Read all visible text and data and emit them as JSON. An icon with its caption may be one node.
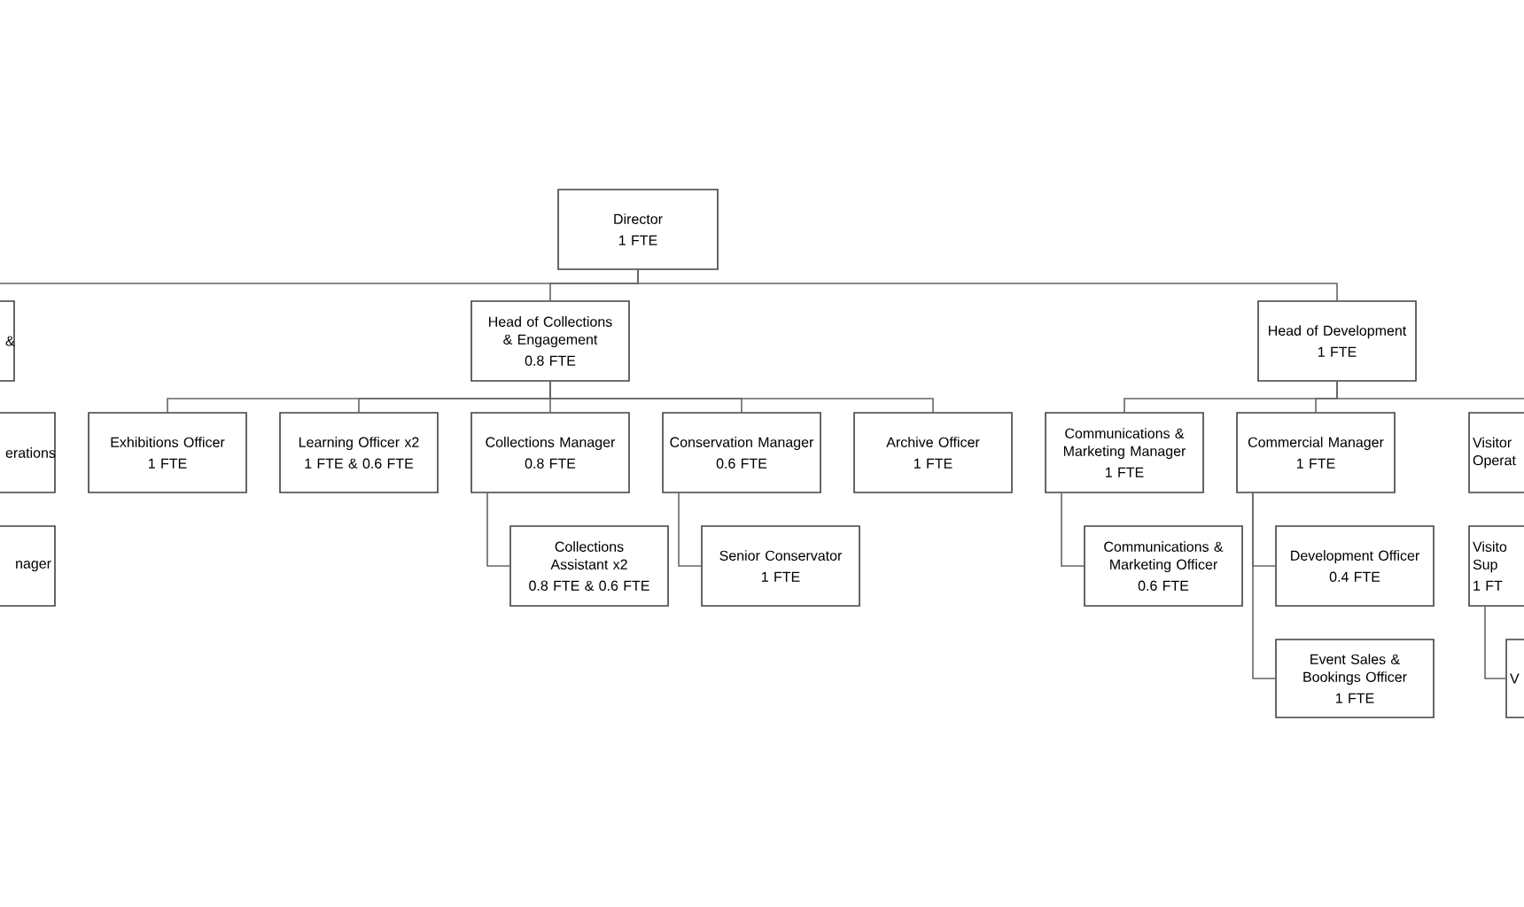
{
  "diagram": {
    "nodes": [
      {
        "text": [
          "Director",
          "1 FTE"
        ]
      },
      {
        "text": [
          "&"
        ]
      },
      {
        "text": [
          "Head of Collections & Engagement",
          "0.8 FTE"
        ]
      },
      {
        "text": [
          "Head of Development",
          "1 FTE"
        ]
      },
      {
        "text": [
          "erations"
        ]
      },
      {
        "text": [
          "Exhibitions Officer",
          "1 FTE"
        ]
      },
      {
        "text": [
          "Learning Officer x2",
          "1 FTE & 0.6 FTE"
        ]
      },
      {
        "text": [
          "Collections Manager",
          "0.8 FTE"
        ]
      },
      {
        "text": [
          "Conservation Manager",
          "0.6 FTE"
        ]
      },
      {
        "text": [
          "Archive Officer",
          "1 FTE"
        ]
      },
      {
        "text": [
          "Communications & Marketing Manager",
          "1 FTE"
        ]
      },
      {
        "text": [
          "Commercial Manager",
          "1 FTE"
        ]
      },
      {
        "text": [
          "Visitor Operat"
        ]
      },
      {
        "text": [
          "nager"
        ]
      },
      {
        "text": [
          "Collections Assistant x2",
          "0.8 FTE & 0.6 FTE"
        ]
      },
      {
        "text": [
          "Senior Conservator",
          "1 FTE"
        ]
      },
      {
        "text": [
          "Communications & Marketing Officer",
          "0.6 FTE"
        ]
      },
      {
        "text": [
          "Development Officer",
          "0.4 FTE"
        ]
      },
      {
        "text": [
          "Visito Sup",
          "1 FT"
        ]
      },
      {
        "text": [
          "Event Sales & Bookings Officer",
          "1 FTE"
        ]
      },
      {
        "text": [
          "V"
        ]
      }
    ],
    "edges": [
      {
        "from": 0,
        "to": 1,
        "arrow": "none"
      },
      {
        "from": 0,
        "to": 2,
        "arrow": "none"
      },
      {
        "from": 0,
        "to": 3,
        "arrow": "none"
      },
      {
        "from": 2,
        "to": 5,
        "arrow": "none"
      },
      {
        "from": 2,
        "to": 6,
        "arrow": "none"
      },
      {
        "from": 2,
        "to": 7,
        "arrow": "none"
      },
      {
        "from": 2,
        "to": 8,
        "arrow": "none"
      },
      {
        "from": 2,
        "to": 9,
        "arrow": "none"
      },
      {
        "from": 7,
        "to": 14,
        "arrow": "none"
      },
      {
        "from": 8,
        "to": 15,
        "arrow": "none"
      },
      {
        "from": 3,
        "to": 10,
        "arrow": "none"
      },
      {
        "from": 3,
        "to": 11,
        "arrow": "none"
      },
      {
        "from": 3,
        "to": 12,
        "arrow": "none"
      },
      {
        "from": 10,
        "to": 16,
        "arrow": "none"
      },
      {
        "from": 11,
        "to": 17,
        "arrow": "none"
      },
      {
        "from": 11,
        "to": 19,
        "arrow": "none"
      },
      {
        "from": 18,
        "to": 20,
        "arrow": "none"
      }
    ]
  }
}
